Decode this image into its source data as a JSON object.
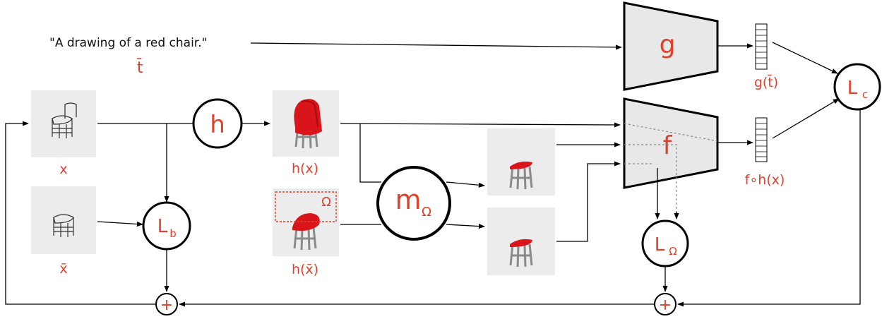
{
  "prompt": "\"A drawing of a red chair.\"",
  "prompt_symbol": "t̄",
  "nodes": {
    "g": "g",
    "f": "f",
    "h": "h",
    "m": "m",
    "m_sub": "Ω",
    "lb": "L",
    "lb_sub": "b",
    "lo": "L",
    "lo_sub": "Ω",
    "lc": "L",
    "lc_sub": "c",
    "plus": "+"
  },
  "labels": {
    "x": "x",
    "xbar": "x̄",
    "hx": "h(x)",
    "hxbar": "h(x̄)",
    "omega_region": "Ω",
    "g_out": "g(t̄)",
    "f_out": "f∘h(x)"
  },
  "colors": {
    "label": "#e0412a",
    "chair_red": "#d9141b",
    "panel": "#ececec",
    "encoder": "#e8e8e8"
  }
}
